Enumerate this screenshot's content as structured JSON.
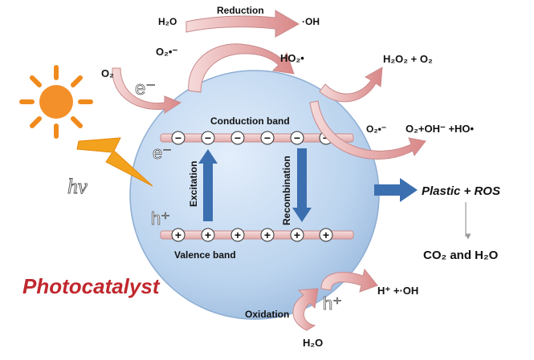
{
  "diagram": {
    "top": {
      "h2o_in": "H₂O",
      "reduction": "Reduction",
      "oh_out": "·OH",
      "o2": "O₂",
      "o2_radical": "O₂•⁻",
      "ho2": "HO₂•",
      "h2o2_o2": "H₂O₂ + O₂",
      "o2_radical_right": "O₂•⁻",
      "products_right": "O₂+OH⁻ +HO•",
      "electron_outside": "e⁻"
    },
    "sphere": {
      "conduction_band": "Conduction band",
      "valence_band": "Valence band",
      "electron": "e⁻",
      "hole": "h⁺",
      "excitation": "Excitation",
      "recombination": "Recombination",
      "minus_sign": "−",
      "plus_sign": "+"
    },
    "light": {
      "hv": "hv"
    },
    "right": {
      "plastic_ros": "Plastic + ROS",
      "co2_h2o": "CO₂ and H₂O"
    },
    "bottom": {
      "h_plus": "h⁺",
      "h_oh": "H⁺ +·OH",
      "oxidation": "Oxidation",
      "h2o_bottom": "H₂O"
    },
    "title": "Photocatalyst",
    "colors": {
      "sphere": "#c7dcf2",
      "band": "#eec9c9",
      "band_edge": "#c98a8a",
      "arrow_blue": "#3c6fb0",
      "arrow_pink": "#e9a8a8",
      "sun": "#f08a1c",
      "title": "#c0282d"
    }
  }
}
